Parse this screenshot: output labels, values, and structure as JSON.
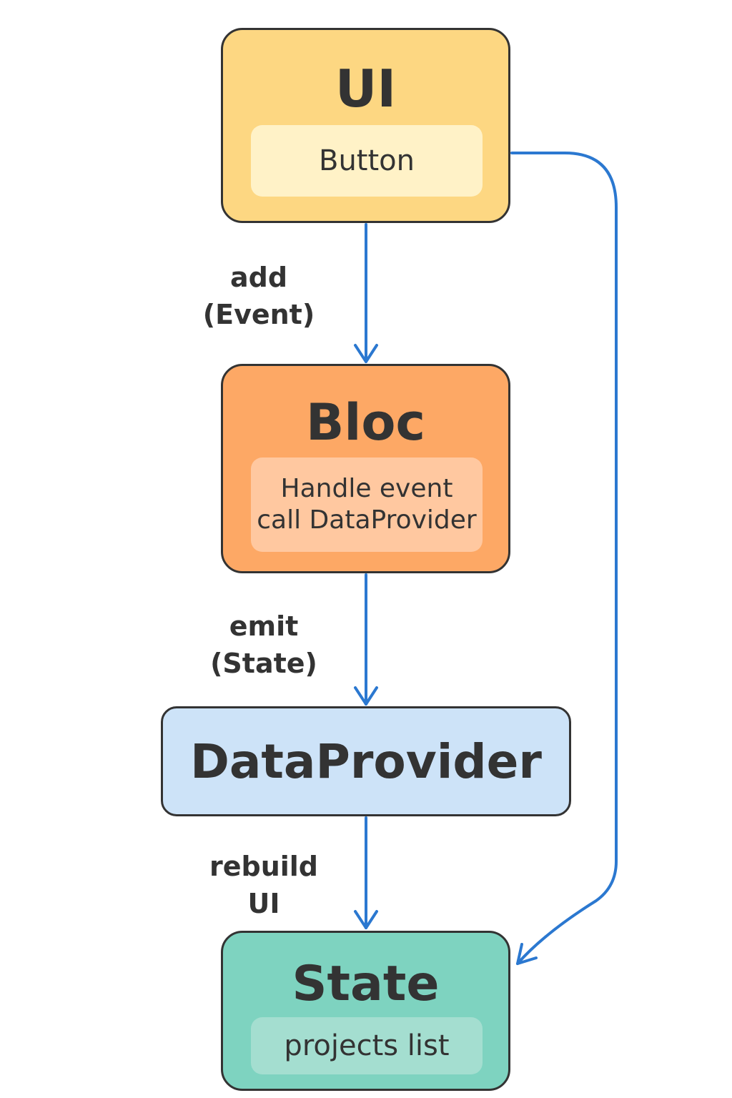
{
  "diagram": {
    "colors": {
      "arrow": "#2b78d0",
      "outline": "#333333",
      "text": "#333333",
      "ui_fill": "#fdd782",
      "ui_inner": "#fff2c7",
      "bloc_fill": "#fda865",
      "bloc_inner": "#ffc8a0",
      "dataprovider_fill": "#cde3f8",
      "state_fill": "#7ed3c0",
      "state_inner": "#a4ded0"
    },
    "nodes": {
      "ui": {
        "title": "UI",
        "sub": "Button"
      },
      "bloc": {
        "title": "Bloc",
        "sub": "Handle event\ncall DataProvider"
      },
      "dataprovider": {
        "title": "DataProvider"
      },
      "state": {
        "title": "State",
        "sub": "projects list"
      }
    },
    "edges": {
      "ui_to_bloc": {
        "label": "add\n(Event)"
      },
      "bloc_to_dataprovider": {
        "label": "emit\n(State)"
      },
      "dataprovider_to_state": {
        "label": "rebuild\nUI"
      },
      "ui_to_state": {
        "label": ""
      }
    }
  }
}
